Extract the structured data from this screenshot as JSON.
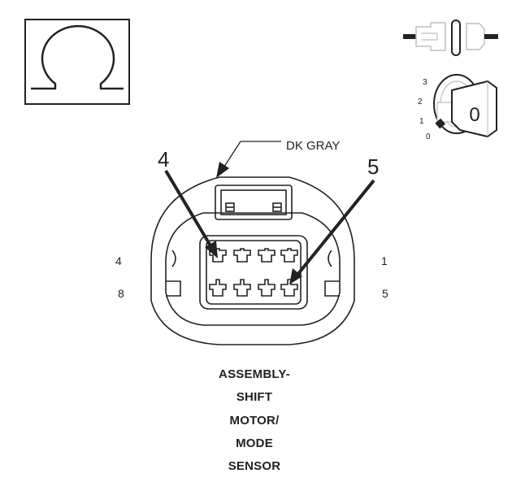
{
  "wire_color": "DK GRAY",
  "callouts": {
    "left": "4",
    "right": "5"
  },
  "pin_labels": {
    "top_left": "4",
    "bottom_left": "8",
    "top_right": "1",
    "bottom_right": "5"
  },
  "ignition_positions": [
    "3",
    "2",
    "1",
    "0"
  ],
  "key_label": "0",
  "caption_lines": [
    "ASSEMBLY-",
    "SHIFT",
    "MOTOR/",
    "MODE",
    "SENSOR"
  ],
  "icons": {
    "meter": "ohmmeter-icon",
    "connector_state": "disconnected-connector-icon",
    "ignition": "ignition-key-icon"
  },
  "colors": {
    "line": "#222222",
    "light_line": "#bdbdbd",
    "background": "#ffffff"
  }
}
